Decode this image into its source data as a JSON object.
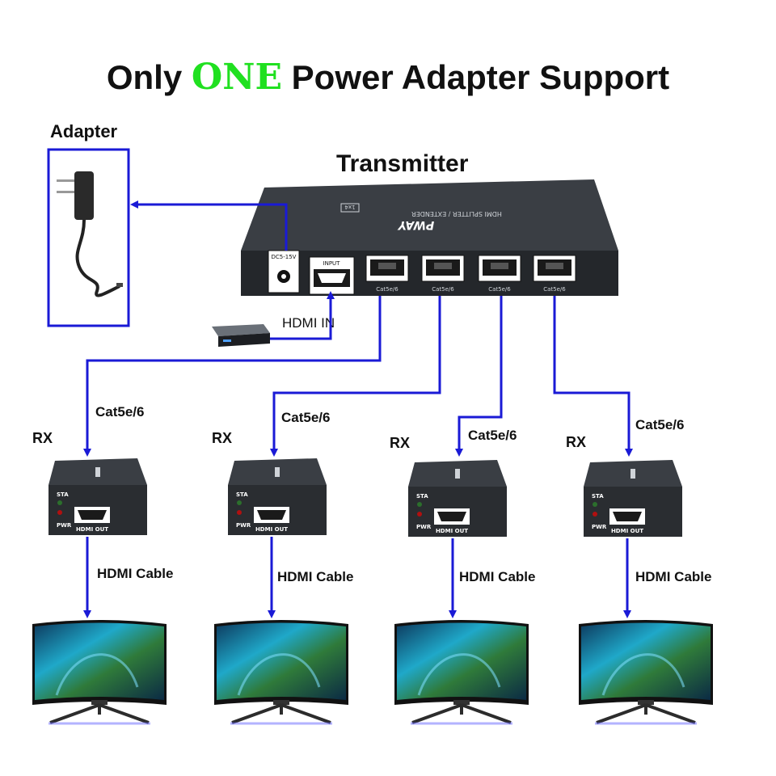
{
  "title": {
    "prefix": "Only",
    "accent": "ONE",
    "suffix": "Power Adapter Support"
  },
  "labels": {
    "adapter": "Adapter",
    "transmitter": "Transmitter",
    "hdmi_in": "HDMI IN",
    "rx": "RX",
    "cable": "Cat5e/6",
    "hdmi_cable": "HDMI Cable"
  },
  "transmitter": {
    "brand": "PWAY",
    "panel_text": "HDMI SPLITTER / EXTENDER",
    "badge": "1x4",
    "dc_label": "DC5-15V",
    "input_label": "INPUT",
    "port_label": "Cat5e/6"
  },
  "receiver": {
    "sta": "STA",
    "pwr": "PWR",
    "hdmi_out": "HDMI OUT"
  },
  "colors": {
    "accent": "#20e020",
    "line": "#1a1ad6",
    "device": "#2a2d31"
  }
}
